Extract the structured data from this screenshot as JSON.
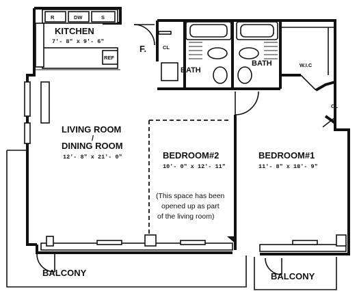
{
  "rooms": {
    "kitchen": {
      "name": "KITCHEN",
      "dims": "7'- 8\" x 9'- 6\""
    },
    "living": {
      "name_line1": "LIVING ROOM",
      "name_sep": "/",
      "name_line2": "DINING ROOM",
      "dims": "12'- 8\" x 21'- 0\""
    },
    "bedroom2": {
      "name": "BEDROOM#2",
      "dims": "10'- 0\" x 12'- 11\""
    },
    "bedroom1": {
      "name": "BEDROOM#1",
      "dims": "11'- 8\" x 18'- 9\""
    },
    "bath_left": {
      "name": "BATH"
    },
    "bath_right": {
      "name": "BATH"
    },
    "wic": {
      "name": "W.I.C"
    },
    "closet_entry": {
      "name": "CL"
    },
    "closet_bed": {
      "name": "CL"
    },
    "foyer": {
      "name": "F."
    },
    "balcony_left": {
      "name": "BALCONY"
    },
    "balcony_right": {
      "name": "BALCONY"
    }
  },
  "appliances": {
    "refrigerator": "R",
    "dishwasher": "DW",
    "sink": "S",
    "ref_box": "REF"
  },
  "note": {
    "line1": "(This space has been",
    "line2": "opened up as part",
    "line3": "of the living room)"
  }
}
